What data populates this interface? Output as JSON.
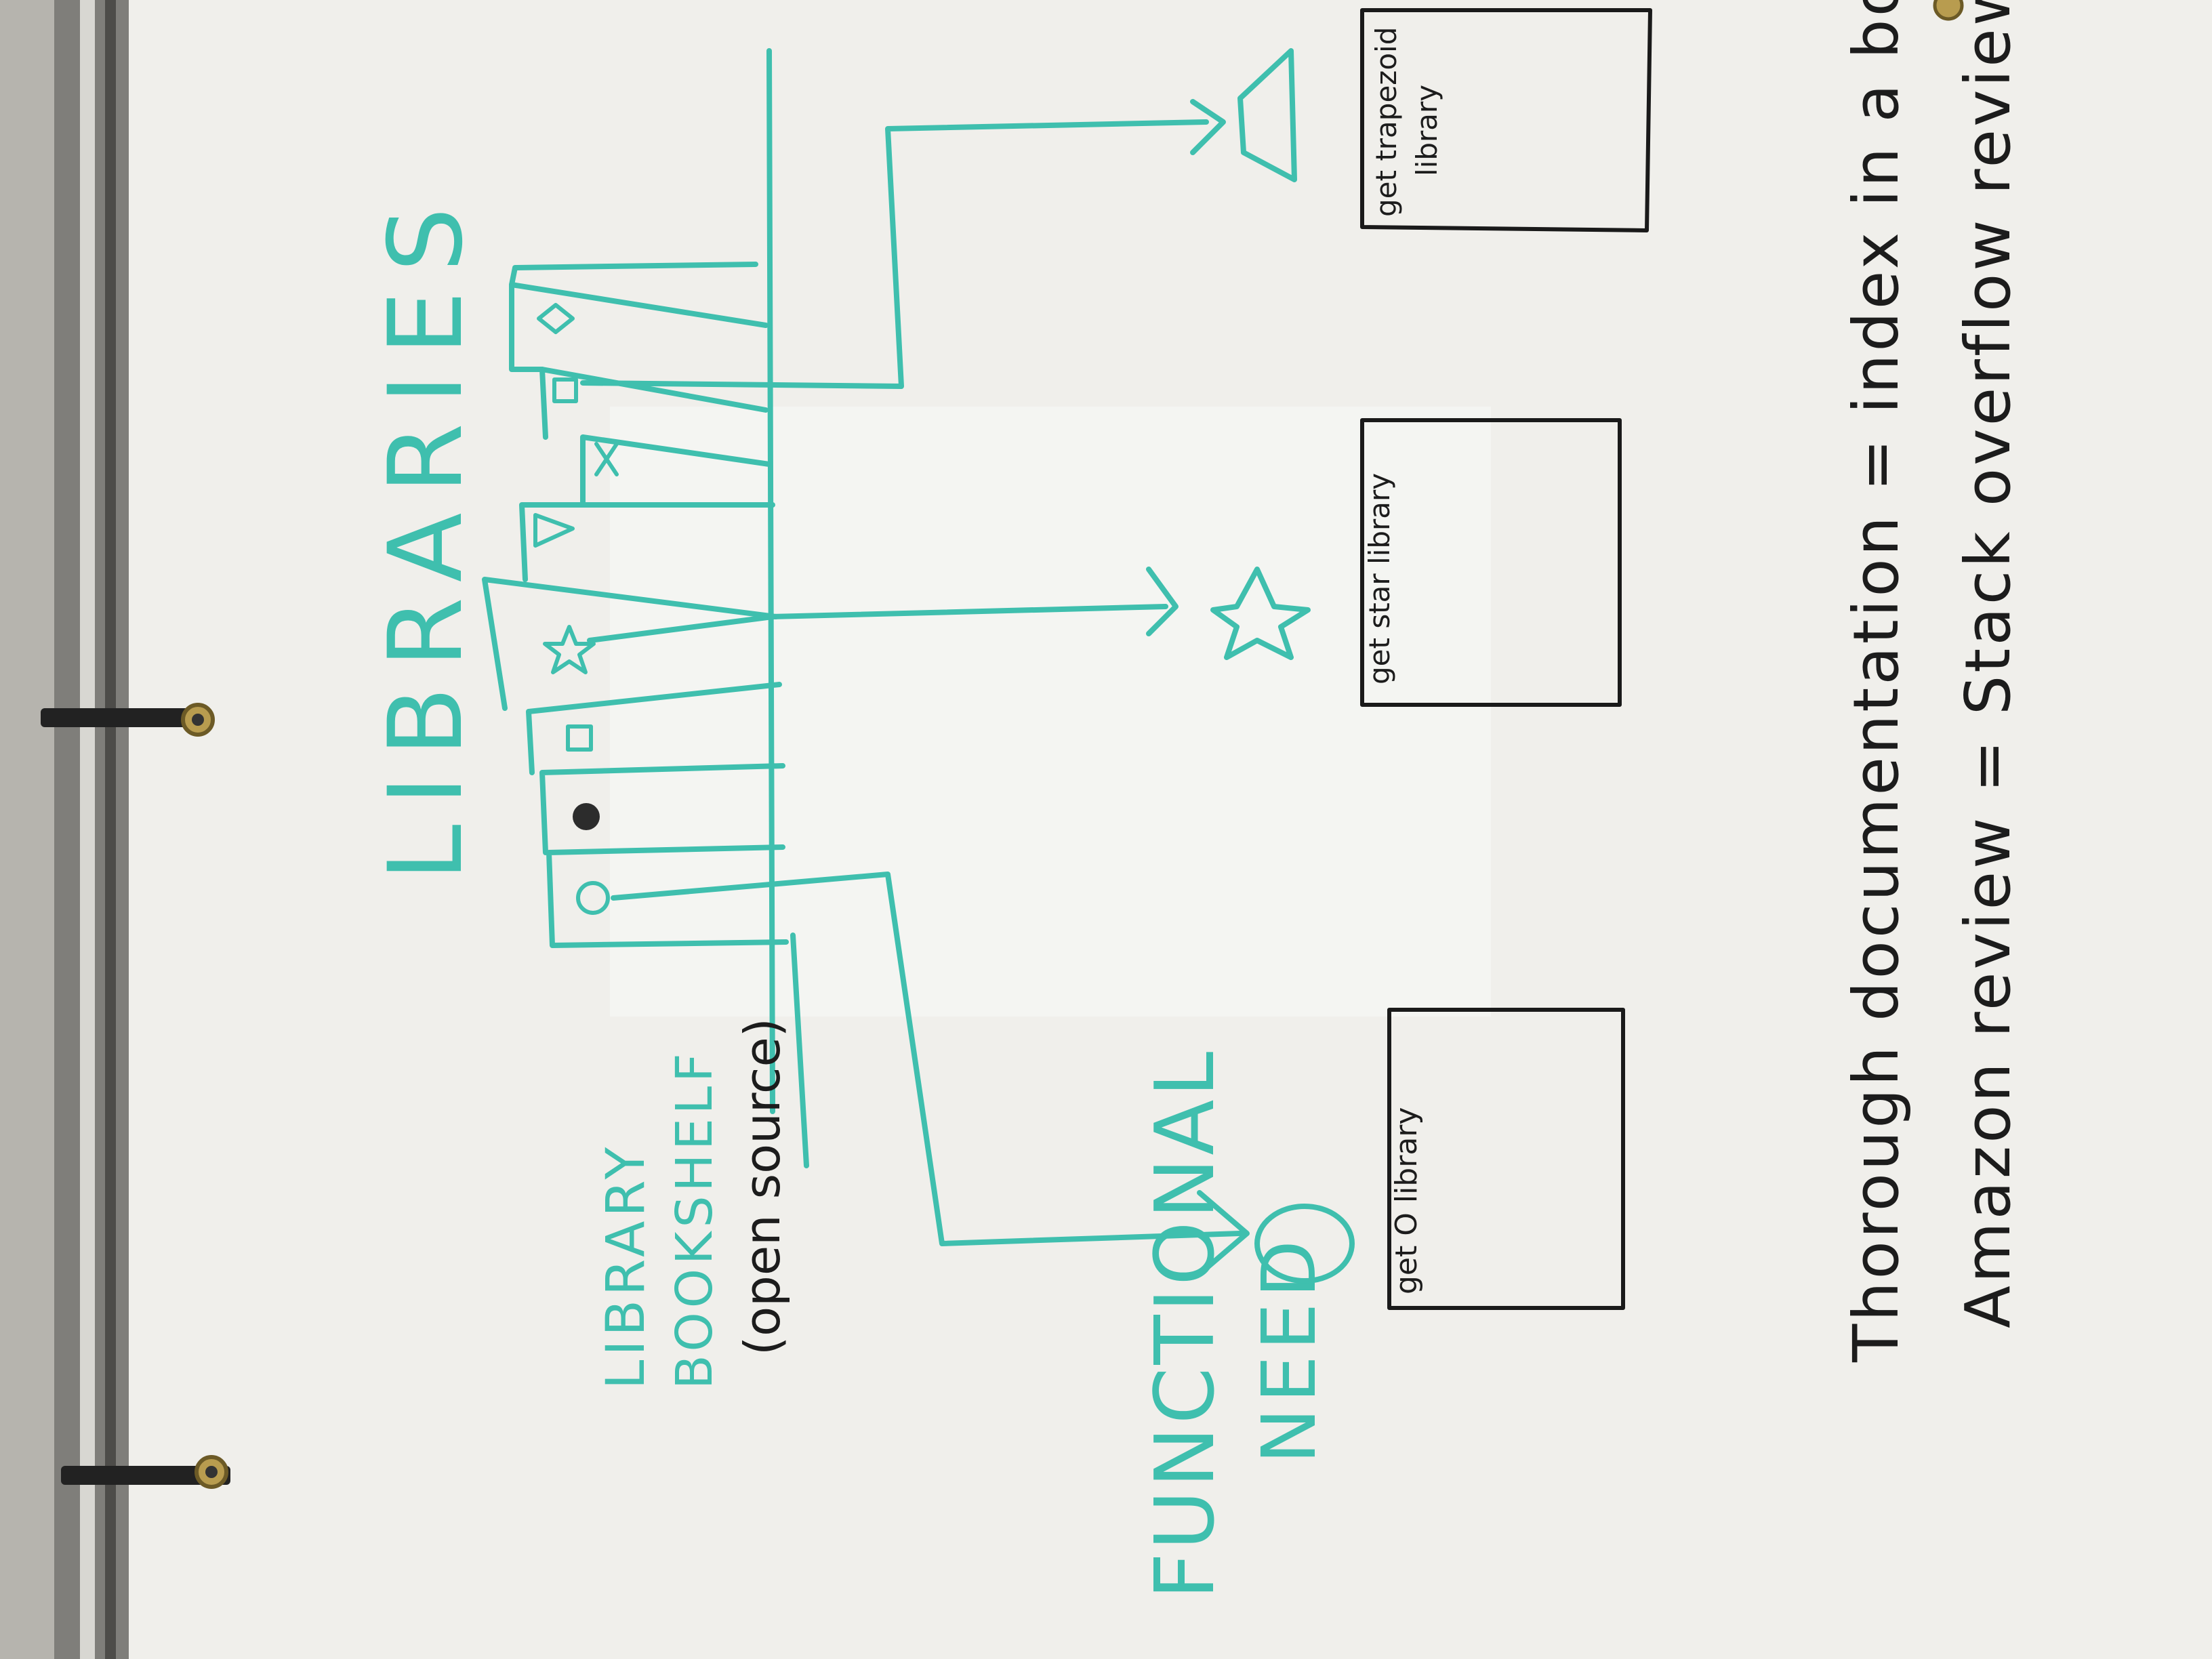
{
  "colors": {
    "whiteboard": "#f1f0ec",
    "marker_teal": "#3fbfae",
    "marker_black": "#1c1c1c",
    "frame_metal": "#8d8c88",
    "wall": "#b9b7b1"
  },
  "title": "LIBRARIES",
  "bookshelf_label": [
    "LIBRARY",
    "BOOKSHELF",
    "(open source)"
  ],
  "functional_need_label": [
    "FUNCTIONAL",
    "NEED"
  ],
  "boxes": [
    {
      "label": "get O library"
    },
    {
      "label": "get star library"
    },
    {
      "label": [
        "get trapezoid",
        "library"
      ]
    }
  ],
  "notes": [
    "Thorough documentation = index in a book",
    "Amazon review = Stack overflow review"
  ],
  "icons": {
    "book_icons": [
      "circle-icon",
      "filled-circle-icon",
      "square-icon",
      "star-icon",
      "triangle-icon",
      "x-icon",
      "square-icon",
      "diamond-icon"
    ],
    "need_icons": [
      "circle-icon",
      "star-icon",
      "trapezoid-icon"
    ]
  }
}
